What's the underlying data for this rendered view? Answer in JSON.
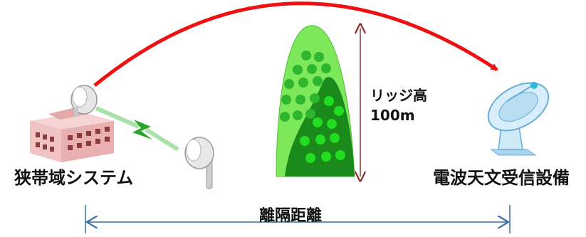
{
  "labels": {
    "narrowband_system": "狭帯域システム",
    "radio_astronomy_facility": "電波天文受信設備",
    "separation_distance": "離隔距離",
    "ridge_height_title": "リッジ高",
    "ridge_height_value": "100m"
  },
  "colors": {
    "signal_arc": "#ee1111",
    "wireless_link": "#33bb33",
    "mountain_light": "#7ce85a",
    "mountain_dark": "#1a8a1a",
    "tree_light": "#2fb62f",
    "tree_dark": "#22dd22",
    "height_arrow": "#8a2e2e",
    "distance_arrow": "#3a6ea8",
    "building": "#e8b6b6",
    "dish": "#b9ddf2"
  },
  "icons": [
    "building-icon",
    "antenna-icon",
    "lightning-icon",
    "dish-icon",
    "mountain-icon"
  ]
}
